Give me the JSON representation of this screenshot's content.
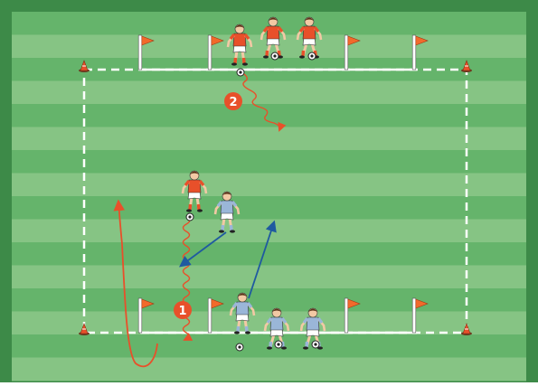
{
  "diagram": {
    "colors": {
      "grass_dark": "#65b46b",
      "grass_light": "#86c484",
      "border": "#3d8a48",
      "line": "#ffffff",
      "red_team": "#e8502a",
      "blue_team": "#9ab6d8",
      "flag": "#f26a2b",
      "cone": "#e8502a",
      "pass_arrow": "#1f5aa0",
      "run_path": "#e8502a"
    },
    "markers": [
      {
        "label": "1",
        "name": "step-1-marker"
      },
      {
        "label": "2",
        "name": "step-2-marker"
      }
    ],
    "icons": {
      "flag": "corner-flag-icon",
      "cone": "cone-icon",
      "ball": "ball-icon",
      "player": "player-icon"
    }
  }
}
